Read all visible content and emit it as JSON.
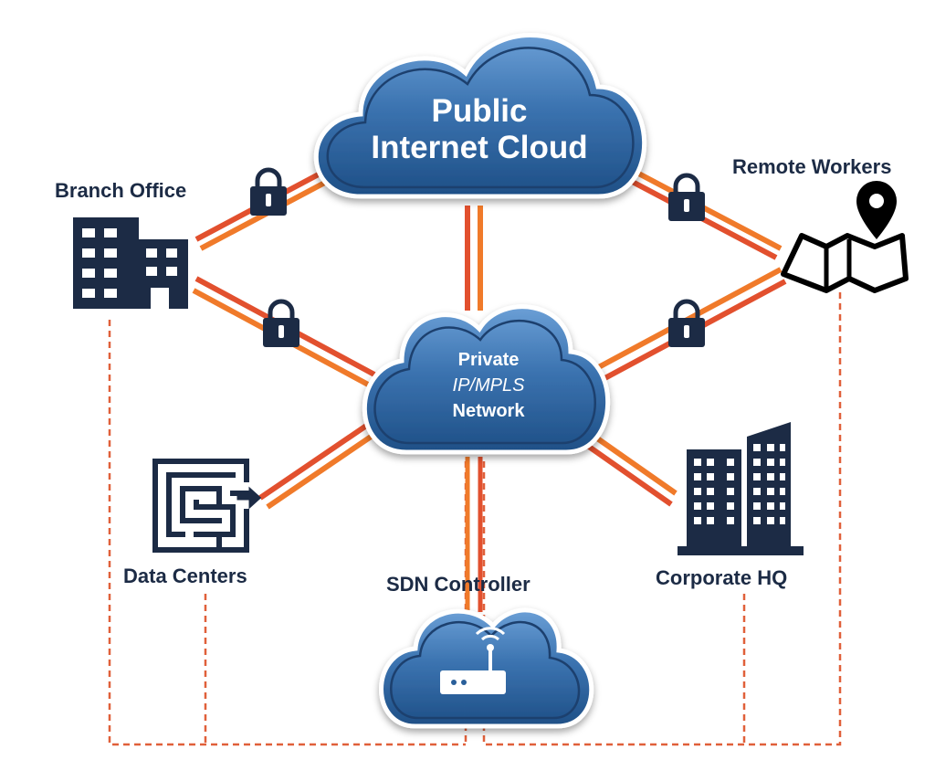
{
  "clouds": {
    "public": {
      "line1": "Public",
      "line2": "Internet Cloud"
    },
    "private": {
      "line1": "Private",
      "line2": "IP/MPLS",
      "line3": "Network"
    }
  },
  "labels": {
    "branch_office": "Branch Office",
    "remote_workers": "Remote Workers",
    "data_centers": "Data Centers",
    "sdn_controller": "SDN Controller",
    "corporate_hq": "Corporate HQ"
  },
  "colors": {
    "cloud_fill": "#3b73b0",
    "cloud_dark": "#1e4f86",
    "link_orange": "#f07a2a",
    "link_red": "#e2502e",
    "icon_navy": "#1c2b45",
    "dashed": "#e0603a"
  },
  "icons": {
    "branch_office": "office-building-icon",
    "remote_workers": "map-pin-icon",
    "data_centers": "maze-icon",
    "corporate_hq": "skyscraper-icon",
    "sdn_controller": "wireless-router-icon",
    "secure_link": "padlock-icon"
  }
}
